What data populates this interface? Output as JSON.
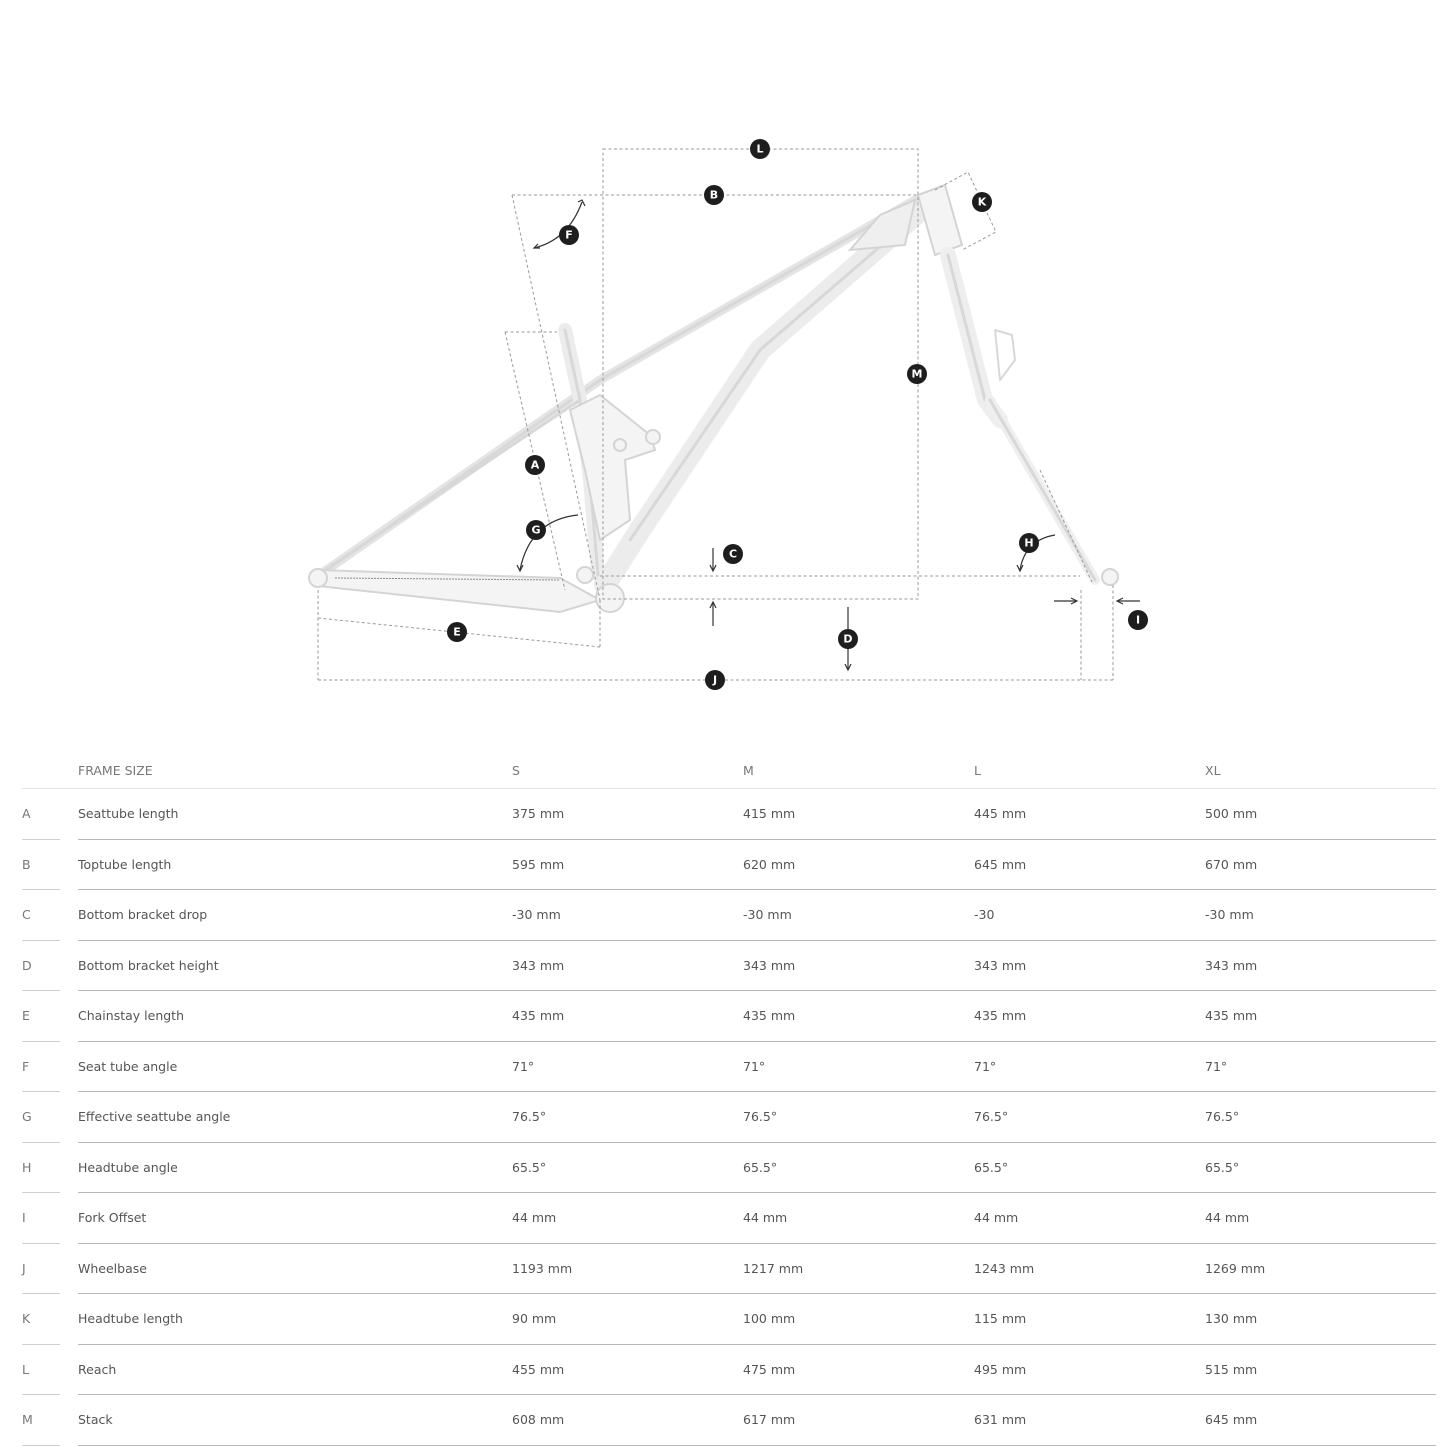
{
  "diagram": {
    "markers": [
      "A",
      "B",
      "C",
      "D",
      "E",
      "F",
      "G",
      "H",
      "I",
      "J",
      "K",
      "L",
      "M"
    ]
  },
  "table": {
    "header": {
      "label": "FRAME SIZE",
      "sizes": [
        "S",
        "M",
        "L",
        "XL"
      ]
    },
    "rows": [
      {
        "letter": "A",
        "label": "Seattube length",
        "values": [
          "375 mm",
          "415 mm",
          "445 mm",
          "500 mm"
        ]
      },
      {
        "letter": "B",
        "label": "Toptube length",
        "values": [
          "595 mm",
          "620 mm",
          "645 mm",
          "670 mm"
        ]
      },
      {
        "letter": "C",
        "label": "Bottom bracket drop",
        "values": [
          "-30 mm",
          "-30 mm",
          "-30",
          "-30 mm"
        ]
      },
      {
        "letter": "D",
        "label": "Bottom bracket height",
        "values": [
          "343 mm",
          "343 mm",
          "343 mm",
          "343 mm"
        ]
      },
      {
        "letter": "E",
        "label": "Chainstay length",
        "values": [
          "435 mm",
          "435 mm",
          "435 mm",
          "435 mm"
        ]
      },
      {
        "letter": "F",
        "label": "Seat tube angle",
        "values": [
          "71°",
          "71°",
          "71°",
          "71°"
        ]
      },
      {
        "letter": "G",
        "label": "Effective seattube angle",
        "values": [
          "76.5°",
          "76.5°",
          "76.5°",
          "76.5°"
        ]
      },
      {
        "letter": "H",
        "label": "Headtube angle",
        "values": [
          "65.5°",
          "65.5°",
          "65.5°",
          "65.5°"
        ]
      },
      {
        "letter": "I",
        "label": "Fork Offset",
        "values": [
          "44 mm",
          "44 mm",
          "44 mm",
          "44 mm"
        ]
      },
      {
        "letter": "J",
        "label": "Wheelbase",
        "values": [
          "1193 mm",
          "1217 mm",
          "1243 mm",
          "1269 mm"
        ]
      },
      {
        "letter": "K",
        "label": "Headtube length",
        "values": [
          "90 mm",
          "100 mm",
          "115 mm",
          "130 mm"
        ]
      },
      {
        "letter": "L",
        "label": "Reach",
        "values": [
          "455 mm",
          "475 mm",
          "495 mm",
          "515 mm"
        ]
      },
      {
        "letter": "M",
        "label": "Stack",
        "values": [
          "608 mm",
          "617 mm",
          "631 mm",
          "645 mm"
        ]
      }
    ]
  }
}
